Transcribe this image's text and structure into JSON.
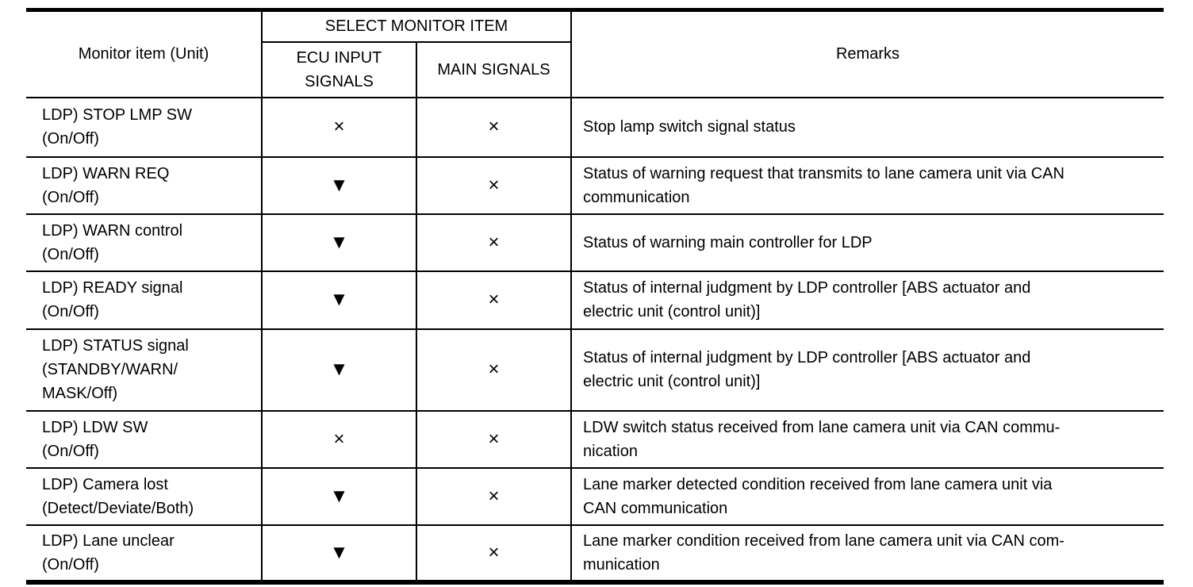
{
  "colors": {
    "background": "#ffffff",
    "border": "#000000",
    "text": "#000000"
  },
  "table": {
    "headers": {
      "monitor_item": "Monitor item (Unit)",
      "select_monitor_item": "SELECT MONITOR ITEM",
      "ecu_input_signals": "ECU INPUT\nSIGNALS",
      "main_signals": "MAIN SIGNALS",
      "remarks": "Remarks"
    },
    "rows": [
      {
        "monitor_item": "LDP) STOP LMP SW\n(On/Off)",
        "ecu_input_signals": "×",
        "main_signals": "×",
        "remarks": "Stop lamp switch signal status"
      },
      {
        "monitor_item": "LDP) WARN REQ\n(On/Off)",
        "ecu_input_signals": "▼",
        "main_signals": "×",
        "remarks": "Status of warning request that transmits to lane camera unit via CAN\ncommunication"
      },
      {
        "monitor_item": "LDP) WARN control\n(On/Off)",
        "ecu_input_signals": "▼",
        "main_signals": "×",
        "remarks": "Status of warning main controller for LDP"
      },
      {
        "monitor_item": "LDP) READY signal\n(On/Off)",
        "ecu_input_signals": "▼",
        "main_signals": "×",
        "remarks": "Status of internal judgment by LDP controller [ABS actuator and\nelectric unit (control unit)]"
      },
      {
        "monitor_item": "LDP) STATUS signal\n(STANDBY/WARN/\nMASK/Off)",
        "ecu_input_signals": "▼",
        "main_signals": "×",
        "remarks": "Status of internal judgment by LDP controller [ABS actuator and\nelectric unit (control unit)]"
      },
      {
        "monitor_item": "LDP) LDW SW\n(On/Off)",
        "ecu_input_signals": "×",
        "main_signals": "×",
        "remarks": "LDW switch status received from lane camera unit via CAN commu-\nnication"
      },
      {
        "monitor_item": "LDP) Camera lost\n(Detect/Deviate/Both)",
        "ecu_input_signals": "▼",
        "main_signals": "×",
        "remarks": "Lane marker detected condition received from lane camera unit via\nCAN communication"
      },
      {
        "monitor_item": "LDP) Lane unclear\n(On/Off)",
        "ecu_input_signals": "▼",
        "main_signals": "×",
        "remarks": "Lane marker condition received from lane camera unit via CAN com-\nmunication"
      }
    ]
  }
}
